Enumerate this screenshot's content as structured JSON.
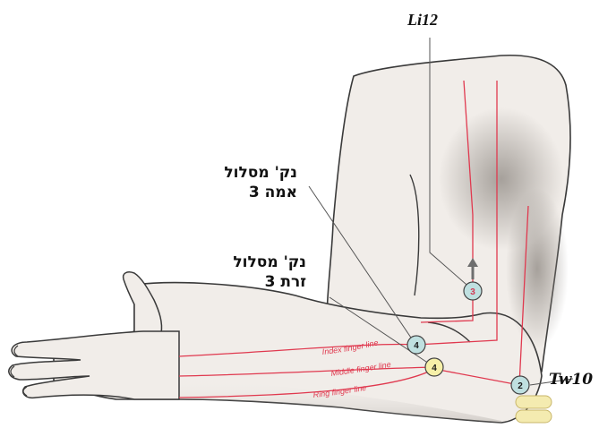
{
  "labels": {
    "li12": "Li12",
    "tw10": "Tw10",
    "middle_point": {
      "line1": "נק' מסלול",
      "line2": "אמה 3"
    },
    "ring_point": {
      "line1": "נק' מסלול",
      "line2": "זרת 3"
    }
  },
  "finger_lines": {
    "index": "Index finger line",
    "middle": "Middle finger line",
    "ring": "Ring finger line"
  },
  "points": [
    {
      "id": "index-3",
      "number": "3",
      "fill": "#bfe0e0",
      "text_color": "#d23a55"
    },
    {
      "id": "index-4",
      "number": "4",
      "fill": "#bfe0e0",
      "text_color": "#1a1a1a"
    },
    {
      "id": "middle-4",
      "number": "4",
      "fill": "#f6f0a8",
      "text_color": "#1a1a1a"
    },
    {
      "id": "ring-2",
      "number": "2",
      "fill": "#bfe0e0",
      "text_color": "#1a1a1a"
    }
  ],
  "colors": {
    "meridian": "#e0394f",
    "leader": "#555555",
    "skin": "#f1ede9",
    "outline": "#3a3a3a",
    "shadow": "#b9b4af"
  }
}
